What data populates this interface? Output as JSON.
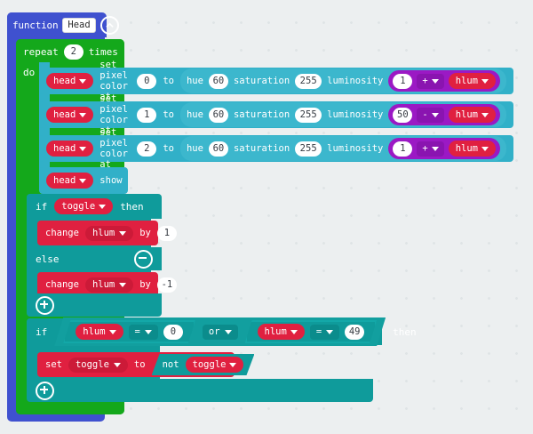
{
  "workspace": {
    "background_color": "#eceff0",
    "grid_dot_color": "#dfe4e6"
  },
  "colors": {
    "function_blue": "#3f51cf",
    "loop_green": "#14a81b",
    "light_teal": "#31b0c8",
    "logic_teal": "#0f9b9b",
    "variable_red": "#e02040",
    "math_purple": "#9b19c4",
    "field_white": "#ffffff"
  },
  "function_block": {
    "keyword": "function",
    "name_field": "Head",
    "collapse_icon": "chevron-up-icon"
  },
  "repeat_block": {
    "keyword": "repeat",
    "count": "2",
    "times_label": "times",
    "do_label": "do"
  },
  "pixel_rows": [
    {
      "target": "head",
      "action": "set pixel color at",
      "index": "0",
      "to_label": "to",
      "hue_label": "hue",
      "hue": "60",
      "saturation_label": "saturation",
      "saturation": "255",
      "luminosity_label": "luminosity",
      "expr_left": "1",
      "expr_op": "+",
      "expr_right": "hlum"
    },
    {
      "target": "head",
      "action": "set pixel color at",
      "index": "1",
      "to_label": "to",
      "hue_label": "hue",
      "hue": "60",
      "saturation_label": "saturation",
      "saturation": "255",
      "luminosity_label": "luminosity",
      "expr_left": "50",
      "expr_op": "-",
      "expr_right": "hlum"
    },
    {
      "target": "head",
      "action": "set pixel color at",
      "index": "2",
      "to_label": "to",
      "hue_label": "hue",
      "hue": "60",
      "saturation_label": "saturation",
      "saturation": "255",
      "luminosity_label": "luminosity",
      "expr_left": "1",
      "expr_op": "+",
      "expr_right": "hlum"
    }
  ],
  "show_row": {
    "target": "head",
    "action": "show"
  },
  "if_block_1": {
    "if_label": "if",
    "condition_var": "toggle",
    "then_label": "then",
    "else_label": "else",
    "minus_icon": "minus-circle-icon",
    "plus_icon": "plus-circle-icon",
    "then_statement": {
      "keyword": "change",
      "variable": "hlum",
      "by_label": "by",
      "value": "1"
    },
    "else_statement": {
      "keyword": "change",
      "variable": "hlum",
      "by_label": "by",
      "value": "-1"
    }
  },
  "if_block_2": {
    "if_label": "if",
    "then_label": "then",
    "plus_icon": "plus-circle-icon",
    "condition": {
      "left": {
        "variable": "hlum",
        "operator": "=",
        "value": "0"
      },
      "join": "or",
      "right": {
        "variable": "hlum",
        "operator": "=",
        "value": "49"
      }
    },
    "body_statement": {
      "keyword": "set",
      "variable": "toggle",
      "to_label": "to",
      "not_label": "not",
      "not_operand": "toggle"
    }
  },
  "icons": {
    "dropdown_caret": "chevron-down-icon"
  }
}
